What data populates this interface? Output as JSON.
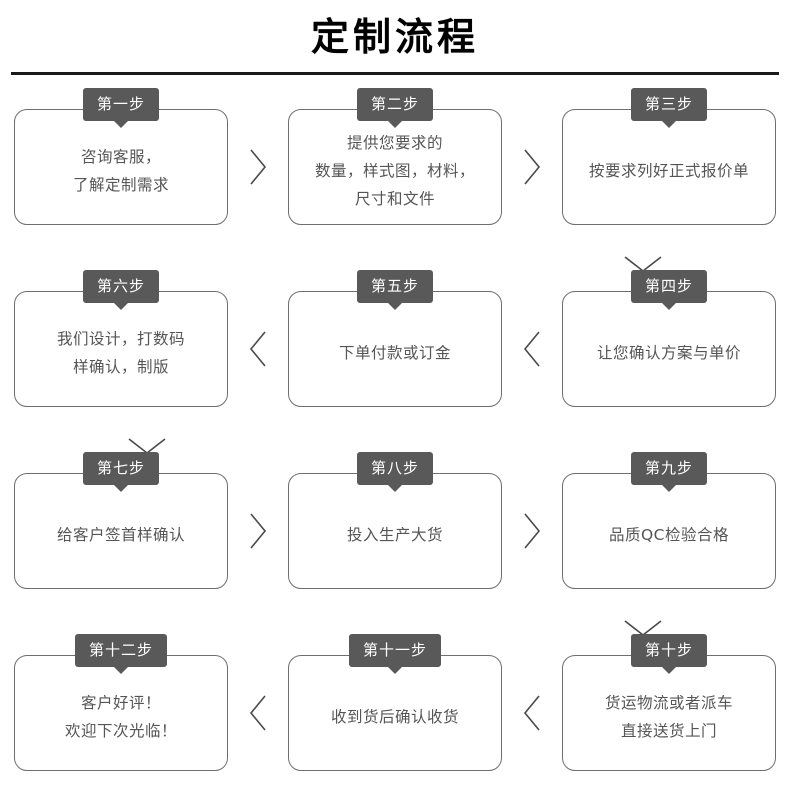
{
  "header": {
    "title": "定制流程"
  },
  "flow": {
    "rows": [
      {
        "direction": "ltr",
        "steps": [
          {
            "badge": "第一步",
            "lines": [
              "咨询客服，",
              "了解定制需求"
            ]
          },
          {
            "badge": "第二步",
            "lines": [
              "提供您要求的",
              "数量，样式图，材料，",
              "尺寸和文件"
            ]
          },
          {
            "badge": "第三步",
            "lines": [
              "按要求列好正式报价单"
            ]
          }
        ],
        "connectors": [
          "chevron-right-icon",
          "chevron-right-icon"
        ]
      },
      {
        "direction": "rtl",
        "steps": [
          {
            "badge": "第六步",
            "lines": [
              "我们设计，打数码",
              "样确认，制版"
            ]
          },
          {
            "badge": "第五步",
            "lines": [
              "下单付款或订金"
            ]
          },
          {
            "badge": "第四步",
            "lines": [
              "让您确认方案与单价"
            ]
          }
        ],
        "connectors": [
          "chevron-left-icon",
          "chevron-left-icon"
        ]
      },
      {
        "direction": "ltr",
        "steps": [
          {
            "badge": "第七步",
            "lines": [
              "给客户签首样确认"
            ]
          },
          {
            "badge": "第八步",
            "lines": [
              "投入生产大货"
            ]
          },
          {
            "badge": "第九步",
            "lines": [
              "品质QC检验合格"
            ]
          }
        ],
        "connectors": [
          "chevron-right-icon",
          "chevron-right-icon"
        ]
      },
      {
        "direction": "rtl",
        "steps": [
          {
            "badge": "第十二步",
            "lines": [
              "客户好评！",
              "欢迎下次光临！"
            ]
          },
          {
            "badge": "第十一步",
            "lines": [
              "收到货后确认收货"
            ]
          },
          {
            "badge": "第十步",
            "lines": [
              "货运物流或者派车",
              "直接送货上门"
            ]
          }
        ],
        "connectors": [
          "chevron-left-icon",
          "chevron-left-icon"
        ]
      }
    ],
    "vertical_connectors": [
      {
        "after_row": 1,
        "side": "right",
        "icon": "chevron-down-icon"
      },
      {
        "after_row": 2,
        "side": "left",
        "icon": "chevron-down-icon"
      },
      {
        "after_row": 3,
        "side": "right",
        "icon": "chevron-down-icon"
      }
    ]
  },
  "colors": {
    "badge_bg": "#595959",
    "badge_text": "#ffffff",
    "box_border": "#6e6e6e",
    "body_text": "#555555",
    "title_text": "#000000",
    "rule": "#1a1a1a",
    "chevron": "#4a4a4a"
  }
}
